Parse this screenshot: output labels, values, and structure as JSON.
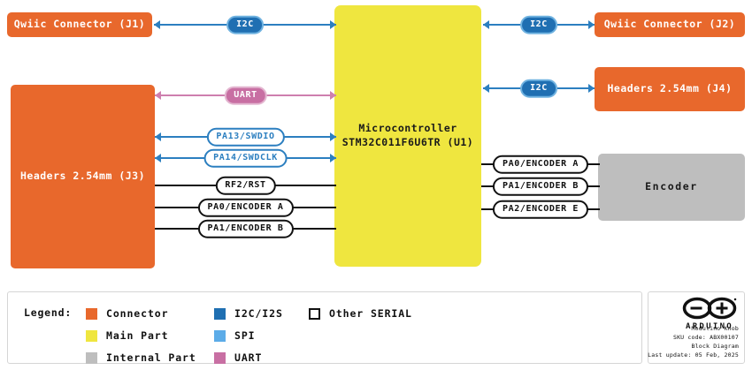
{
  "blocks": {
    "qwiic_j1": {
      "label": "Qwiic Connector (J1)",
      "type": "connector"
    },
    "qwiic_j2": {
      "label": "Qwiic Connector (J2)",
      "type": "connector"
    },
    "headers_j3": {
      "label": "Headers 2.54mm (J3)",
      "type": "connector"
    },
    "headers_j4": {
      "label": "Headers 2.54mm (J4)",
      "type": "connector"
    },
    "mcu": {
      "label_line1": "Microcontroller",
      "label_line2": "STM32C011F6U6TR (U1)",
      "type": "main"
    },
    "encoder": {
      "label": "Encoder",
      "type": "internal"
    }
  },
  "connections": [
    {
      "id": "j1-mcu-i2c",
      "label": "I2C",
      "bus": "i2c",
      "arrows": "both"
    },
    {
      "id": "mcu-j2-i2c",
      "label": "I2C",
      "bus": "i2c",
      "arrows": "both"
    },
    {
      "id": "mcu-j4-i2c",
      "label": "I2C",
      "bus": "i2c",
      "arrows": "both"
    },
    {
      "id": "j3-mcu-uart",
      "label": "UART",
      "bus": "uart",
      "arrows": "both"
    },
    {
      "id": "j3-mcu-swdio",
      "label": "PA13/SWDIO",
      "bus": "swd",
      "arrows": "both"
    },
    {
      "id": "j3-mcu-swdclk",
      "label": "PA14/SWDCLK",
      "bus": "swd",
      "arrows": "both"
    },
    {
      "id": "j3-mcu-rst",
      "label": "RF2/RST",
      "bus": "other",
      "arrows": "none"
    },
    {
      "id": "j3-mcu-enca",
      "label": "PA0/ENCODER A",
      "bus": "other",
      "arrows": "none"
    },
    {
      "id": "j3-mcu-encb",
      "label": "PA1/ENCODER B",
      "bus": "other",
      "arrows": "none"
    },
    {
      "id": "mcu-enc-a",
      "label": "PA0/ENCODER A",
      "bus": "other",
      "arrows": "none"
    },
    {
      "id": "mcu-enc-b",
      "label": "PA1/ENCODER B",
      "bus": "other",
      "arrows": "none"
    },
    {
      "id": "mcu-enc-e",
      "label": "PA2/ENCODER E",
      "bus": "other",
      "arrows": "none"
    }
  ],
  "legend": {
    "title": "Legend:",
    "column1": [
      {
        "label": "Connector",
        "color": "#E8682C",
        "border": "#E8682C"
      },
      {
        "label": "Main Part",
        "color": "#EFE63F",
        "border": "#EFE63F"
      },
      {
        "label": "Internal Part",
        "color": "#BEBEBE",
        "border": "#BEBEBE"
      }
    ],
    "column2": [
      {
        "label": "I2C/I2S",
        "color": "#1F6FB2",
        "border": "#1F6FB2"
      },
      {
        "label": "SPI",
        "color": "#5CACE8",
        "border": "#5CACE8"
      },
      {
        "label": "UART",
        "color": "#C86FA3",
        "border": "#C86FA3"
      }
    ],
    "column3": [
      {
        "label": "Other SERIAL",
        "color": "#FFFFFF",
        "border": "#111111"
      }
    ]
  },
  "info": {
    "brand": "ARDUINO",
    "product": "Modulino Knob",
    "sku": "SKU code: ABX00107",
    "doc_type": "Block Diagram",
    "last_update": "Last update: 05 Feb, 2025"
  }
}
